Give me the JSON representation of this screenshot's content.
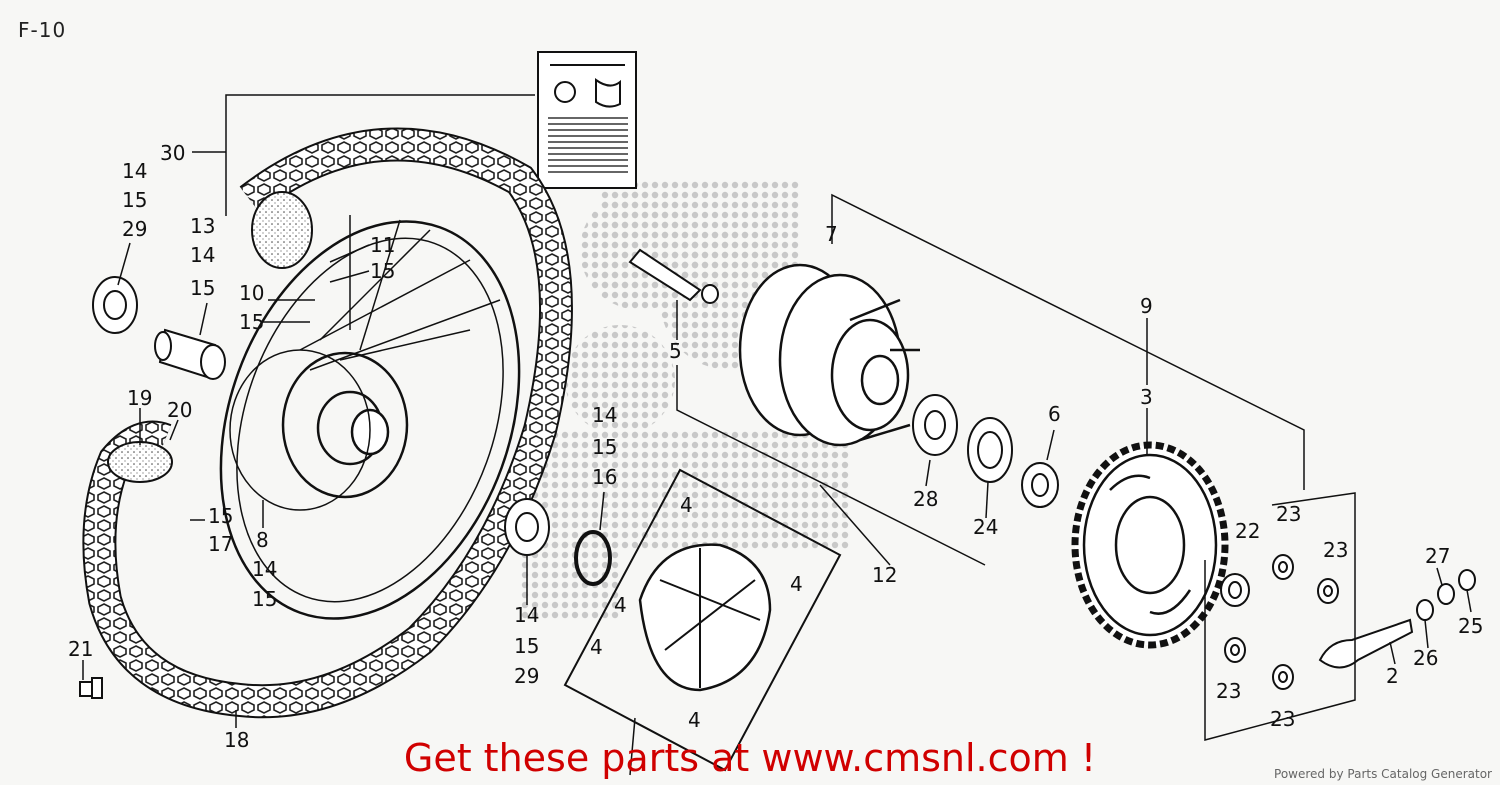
{
  "header": {
    "diagram_code": "F-10"
  },
  "footer": {
    "promo": "Get these parts at www.cmsnl.com !",
    "credit": "Powered by Parts Catalog Generator"
  },
  "colors": {
    "promo": "#d00000",
    "line": "#111111",
    "watermark": "#bdbdbd"
  },
  "callouts": [
    "30",
    "14",
    "15",
    "29",
    "13",
    "14",
    "15",
    "11",
    "15",
    "10",
    "15",
    "19",
    "20",
    "15",
    "17",
    "8",
    "14",
    "15",
    "21",
    "18",
    "7",
    "5",
    "14",
    "15",
    "16",
    "14",
    "15",
    "29",
    "4",
    "4",
    "4",
    "4",
    "4",
    "9",
    "3",
    "6",
    "28",
    "24",
    "12",
    "22",
    "23",
    "23",
    "23",
    "23",
    "27",
    "25",
    "26",
    "2"
  ]
}
